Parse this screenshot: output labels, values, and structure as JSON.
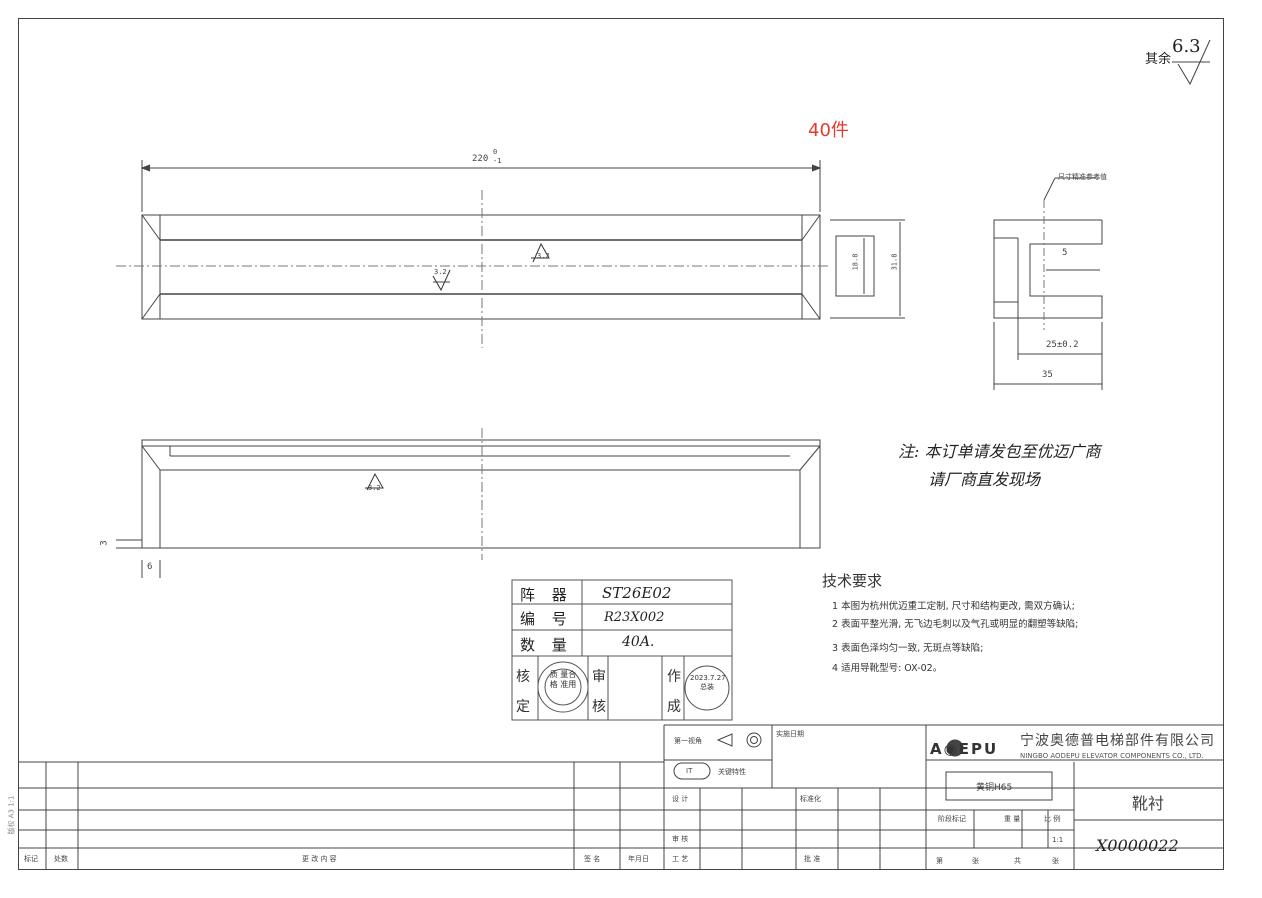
{
  "roughness": {
    "prefix": "其余",
    "value": "6.3"
  },
  "quantity_note": "40件",
  "dimensions": {
    "overall_length": "220",
    "overall_length_tol_top": "0",
    "overall_length_tol_bottom": "-1",
    "height_outer": "31.8",
    "height_inner": "18.8",
    "slot_depth": "5",
    "inner_width": "25±0.2",
    "outer_width": "35",
    "end_offset": "6",
    "end_height": "3",
    "ra_value": "3.2",
    "side_note": "尺寸精准参考值"
  },
  "handwritten_note": {
    "line1": "注: 本订单请发包至优迈广商",
    "line2": "请厂商直发现场"
  },
  "tech_requirements": {
    "title": "技术要求",
    "items": [
      "1 本图为杭州优迈重工定制, 尺寸和结构更改, 需双方确认;",
      "2 表面平整光滑, 无飞边毛刺以及气孔或明显的翻塑等缺陷;",
      "3 表面色泽均匀一致, 无斑点等缺陷;",
      "4 适用导靴型号: OX-02。"
    ]
  },
  "stamp_table": {
    "row1_label": "阵 器",
    "row1_value": "ST26E02",
    "row2_label": "编 号",
    "row2_value": "R23X002",
    "row3_label": "数 量",
    "row3_value": "40A.",
    "col_check": "核 定",
    "col_audit": "审 核",
    "col_author": "作 成",
    "seal1": "质 量合格 准用",
    "seal2": "2023.7.27 总装"
  },
  "title_block": {
    "company_cn": "宁波奥德普电梯部件有限公司",
    "company_en": "NINGBO AODEPU ELEVATOR COMPONENTS CO., LTD.",
    "logo": "A◉EPU",
    "projection_label": "第一视角",
    "date_label": "实施日期",
    "dept_label": "关键特性",
    "dept_code": "IT",
    "material": "黄铜H65",
    "part_name": "靴衬",
    "part_number": "X0000022",
    "scale_value": "1:1",
    "labels": {
      "design": "设 计",
      "standard": "标准化",
      "review": "审 核",
      "process": "工 艺",
      "approve": "批 准",
      "stage_mark": "阶段标记",
      "weight": "重 量",
      "scale": "比 例",
      "sheet_total": "共",
      "sheet_no": "第",
      "sheet_unit_a": "张",
      "sheet_unit_b": "张"
    },
    "revision": {
      "mark": "标记",
      "count": "处数",
      "content": "更 改 内 容",
      "sign": "签 名",
      "date": "年月日"
    }
  },
  "margin_text": "版权 A3 1:1"
}
